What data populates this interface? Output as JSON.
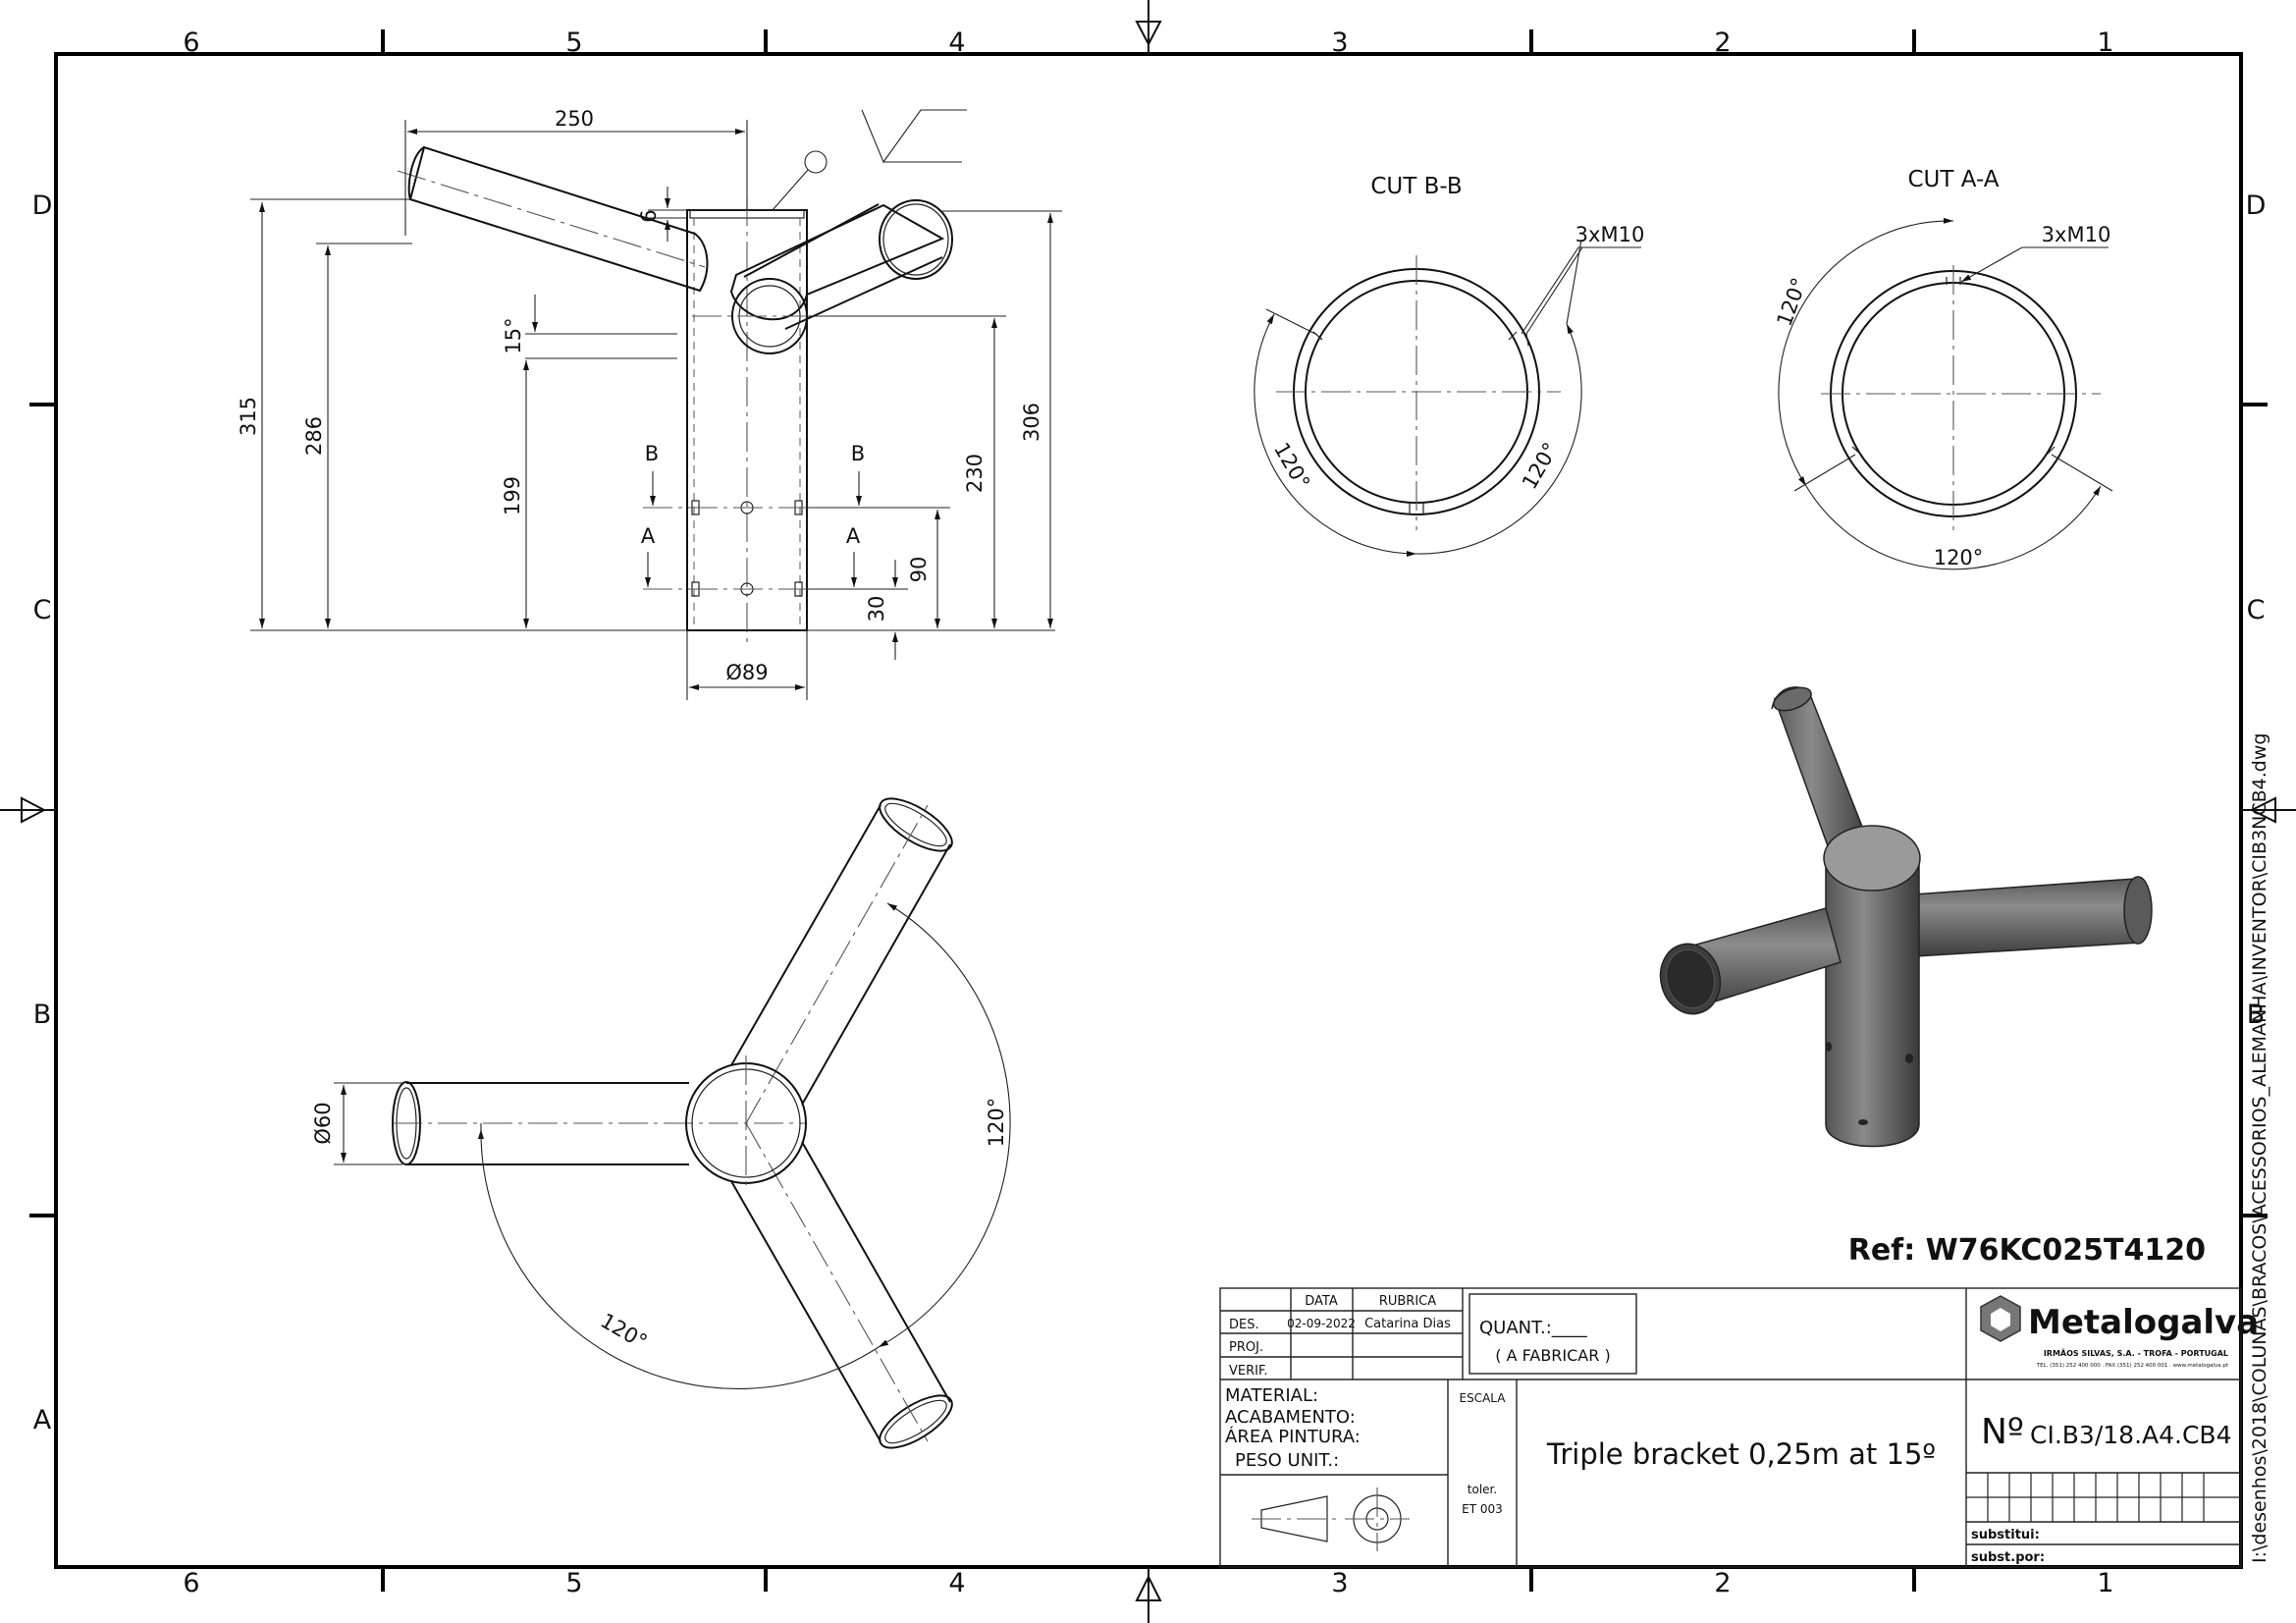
{
  "border": {
    "columns": [
      "6",
      "5",
      "4",
      "3",
      "2",
      "1"
    ],
    "rows": [
      "D",
      "C",
      "B",
      "A"
    ]
  },
  "side_view": {
    "dim_width": "250",
    "dim_wall": "6",
    "dim_angle": "15°",
    "dim_h315": "315",
    "dim_h286": "286",
    "dim_h199": "199",
    "dim_h230": "230",
    "dim_h306": "306",
    "dim_h90": "90",
    "dim_h30": "30",
    "dim_diameter": "Ø89",
    "label_b": "B",
    "label_a": "A"
  },
  "section_bb": {
    "title": "CUT B-B",
    "thread": "3xM10",
    "angle": "120°"
  },
  "section_aa": {
    "title": "CUT A-A",
    "thread": "3xM10",
    "angle": "120°"
  },
  "top_view": {
    "dim_diameter": "Ø60",
    "angle": "120°"
  },
  "reference": "Ref: W76KC025T4120",
  "title_block": {
    "col_data": "DATA",
    "col_rubrica": "RUBRICA",
    "row_des": "DES.",
    "row_proj": "PROJ.",
    "row_verif": "VERIF.",
    "des_date": "02-09-2022",
    "des_name": "Catarina Dias",
    "quant": "QUANT.:____",
    "fabricar": "( A FABRICAR )",
    "material": "MATERIAL:",
    "acabamento": "ACABAMENTO:",
    "area_pintura": "ÁREA PINTURA:",
    "peso_unit": "PESO UNIT.:",
    "escala": "ESCALA",
    "toler": "toler.",
    "toler_val": "ET 003",
    "title": "Triple bracket 0,25m at 15º",
    "number_prefix": "Nº",
    "number": "CI.B3/18.A4.CB4",
    "substitui": "substitui:",
    "subst_por": "subst.por:",
    "company": "Metalogalva",
    "company_sub": "IRMÃOS SILVAS, S.A. - TROFA - PORTUGAL",
    "company_contact": "TEL. (351) 252 400 000 . FAX (351) 252 400 001 . www.metalogalva.pt"
  },
  "file_path": "I:\\desenhos\\2018\\COLUNAS\\BRACOS\\ACESSORIOS_ALEMANHA\\INVENTOR\\CIB3NCB4.dwg"
}
